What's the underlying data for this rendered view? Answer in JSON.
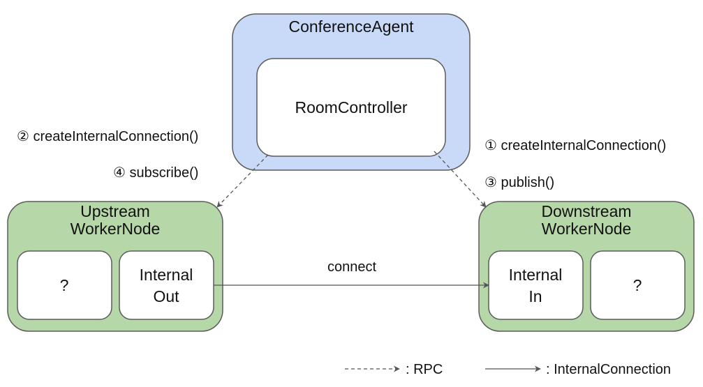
{
  "nodes": {
    "conference_agent": {
      "title": "ConferenceAgent",
      "fill": "#c9daf8",
      "stroke": "#5b5b5b"
    },
    "room_controller": {
      "label": "RoomController",
      "fill": "#ffffff"
    },
    "upstream": {
      "title_line1": "Upstream",
      "title_line2": "WorkerNode",
      "fill": "#b6d7a8",
      "stroke": "#5b5b5b"
    },
    "upstream_unknown": {
      "label": "?"
    },
    "internal_out": {
      "line1": "Internal",
      "line2": "Out"
    },
    "downstream": {
      "title_line1": "Downstream",
      "title_line2": "WorkerNode",
      "fill": "#b6d7a8",
      "stroke": "#5b5b5b"
    },
    "internal_in": {
      "line1": "Internal",
      "line2": "In"
    },
    "downstream_unknown": {
      "label": "?"
    }
  },
  "edges": {
    "left_step1": "② createInternalConnection()",
    "left_step2": "④ subscribe()",
    "right_step1": "① createInternalConnection()",
    "right_step2": "③ publish()",
    "connect": "connect"
  },
  "legend": {
    "rpc": ": RPC",
    "internal": ": InternalConnection"
  }
}
